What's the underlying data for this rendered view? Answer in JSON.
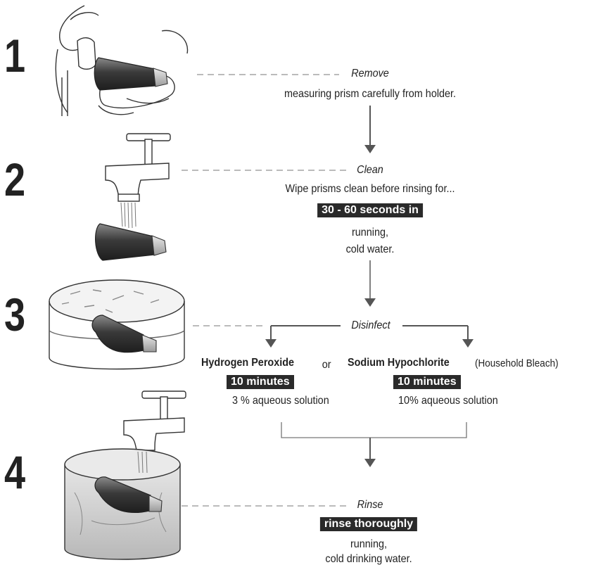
{
  "steps": [
    {
      "number": "1",
      "title": "Remove",
      "lines": [
        "measuring prism carefully from holder."
      ]
    },
    {
      "number": "2",
      "title": "Clean",
      "intro": "Wipe prisms clean before rinsing for...",
      "highlight": "30 - 60 seconds in",
      "lines": [
        "running,",
        "cold water."
      ]
    },
    {
      "number": "3",
      "title": "Disinfect",
      "connector": "or",
      "options": [
        {
          "name": "Hydrogen Peroxide",
          "note": "",
          "time": "10 minutes",
          "solution": "3 % aqueous solution"
        },
        {
          "name": "Sodium Hypochlorite",
          "note": "(Household Bleach)",
          "time": "10 minutes",
          "solution": "10% aqueous solution"
        }
      ]
    },
    {
      "number": "4",
      "title": "Rinse",
      "highlight": "rinse thoroughly",
      "lines": [
        "running,",
        "cold drinking water."
      ]
    }
  ],
  "colors": {
    "text": "#222222",
    "highlight_bg": "#2a2a2a",
    "arrow": "#555555"
  }
}
